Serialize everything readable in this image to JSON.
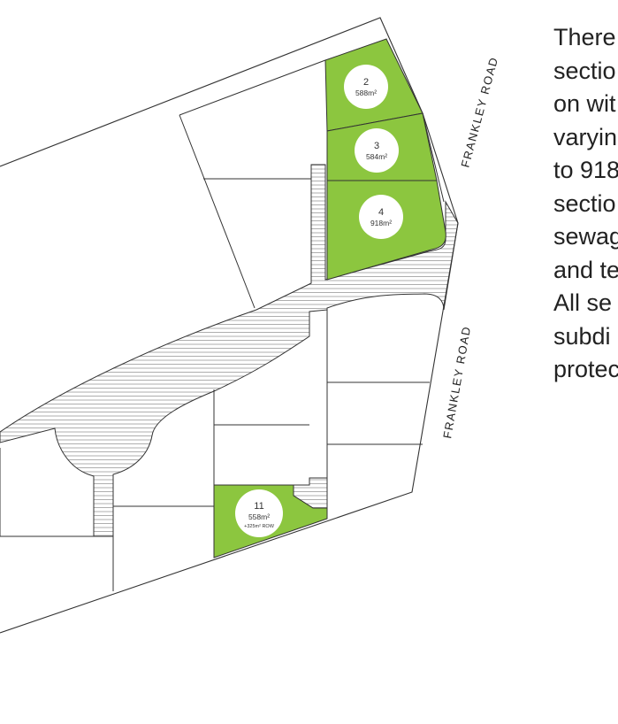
{
  "lots": [
    {
      "number": "2",
      "area": "588m²"
    },
    {
      "number": "3",
      "area": "584m²"
    },
    {
      "number": "4",
      "area": "918m²"
    },
    {
      "number": "11",
      "area": "558m²",
      "note": "+325m² ROW"
    }
  ],
  "roads": {
    "upper": "FRANKLEY ROAD",
    "lower": "FRANKLEY ROAD"
  },
  "description_lines": [
    "There",
    "sectio",
    "on wit",
    "varyin",
    "to 918",
    "sectio",
    "sewag",
    "and te",
    "All se",
    "subdi",
    "protec"
  ],
  "colors": {
    "available_lot": "#8cc63f",
    "boundary": "#333333",
    "hatch": "#9a9a9a"
  }
}
